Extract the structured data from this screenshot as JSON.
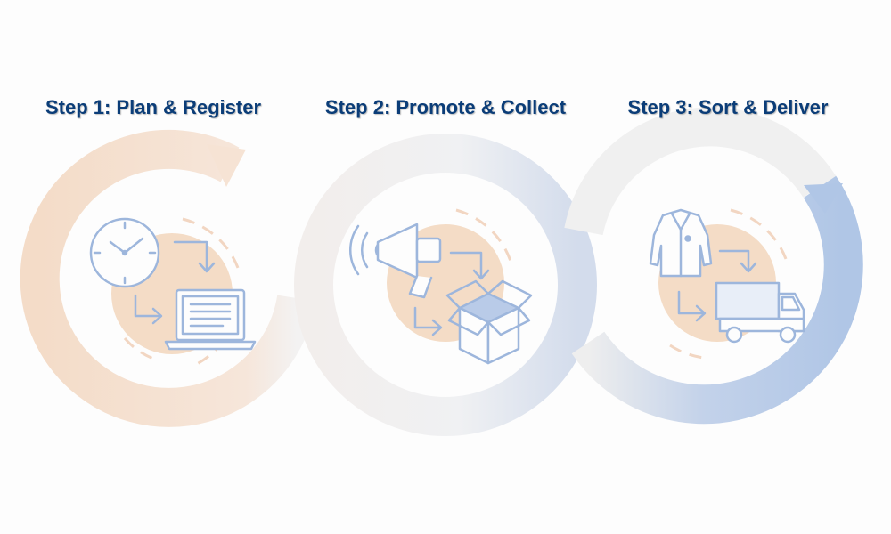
{
  "steps": [
    {
      "title": "Step 1: Plan & Register",
      "icons": [
        "clock-icon",
        "laptop-icon"
      ]
    },
    {
      "title": "Step 2: Promote & Collect",
      "icons": [
        "megaphone-icon",
        "box-icon"
      ]
    },
    {
      "title": "Step 3: Sort & Deliver",
      "icons": [
        "coat-icon",
        "truck-icon"
      ]
    }
  ],
  "colors": {
    "title": "#0b3d78",
    "peach": "#f3d9c3",
    "icon_stroke": "#9db6dc",
    "blue_ring": "#b0c6e6",
    "grey_ring": "#eeeeee"
  }
}
